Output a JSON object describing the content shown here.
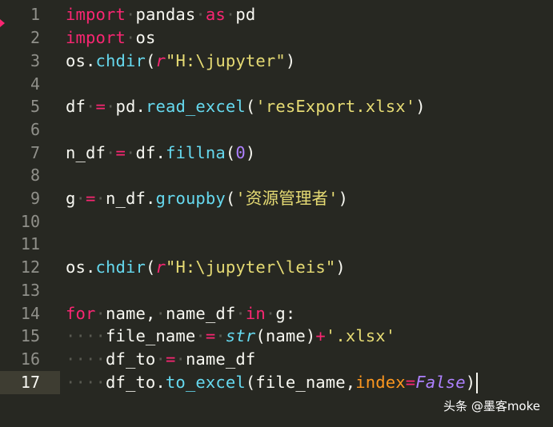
{
  "editor": {
    "language": "python",
    "theme_colors": {
      "background": "#272822",
      "keyword": "#f92672",
      "function": "#66d9ef",
      "string": "#e6db74",
      "number": "#ae81ff",
      "parameter": "#fd971f",
      "text": "#f8f8f2"
    },
    "active_line": "17",
    "lines": [
      {
        "num": "1",
        "t": {
          "kw1": "import",
          "sp1": " ",
          "id1": "pandas",
          "sp2": " ",
          "kw2": "as",
          "sp3": " ",
          "id2": "pd"
        }
      },
      {
        "num": "2",
        "t": {
          "kw1": "import",
          "sp1": " ",
          "id1": "os"
        }
      },
      {
        "num": "3",
        "t": {
          "id1": "os.",
          "fn1": "chdir",
          "p1": "(",
          "pre": "r",
          "str1": "\"H:\\jupyter\"",
          "p2": ")"
        }
      },
      {
        "num": "4",
        "t": {}
      },
      {
        "num": "5",
        "t": {
          "id1": "df",
          "sp1": " ",
          "op1": "=",
          "sp2": " ",
          "id2": "pd.",
          "fn1": "read_excel",
          "p1": "(",
          "str1": "'resExport.xlsx'",
          "p2": ")"
        }
      },
      {
        "num": "6",
        "t": {}
      },
      {
        "num": "7",
        "t": {
          "id1": "n_df",
          "sp1": " ",
          "op1": "=",
          "sp2": " ",
          "id2": "df.",
          "fn1": "fillna",
          "p1": "(",
          "num1": "0",
          "p2": ")"
        }
      },
      {
        "num": "8",
        "t": {}
      },
      {
        "num": "9",
        "t": {
          "id1": "g",
          "sp1": " ",
          "op1": "=",
          "sp2": " ",
          "id2": "n_df.",
          "fn1": "groupby",
          "p1": "(",
          "str1": "'资源管理者'",
          "p2": ")"
        }
      },
      {
        "num": "10",
        "t": {}
      },
      {
        "num": "11",
        "t": {}
      },
      {
        "num": "12",
        "t": {
          "id1": "os.",
          "fn1": "chdir",
          "p1": "(",
          "pre": "r",
          "str1": "\"H:\\jupyter\\leis\"",
          "p2": ")"
        }
      },
      {
        "num": "13",
        "t": {}
      },
      {
        "num": "14",
        "t": {
          "kw1": "for",
          "sp1": " ",
          "id1": "name,",
          "sp2": " ",
          "id2": "name_df",
          "sp3": " ",
          "kw2": "in",
          "sp4": " ",
          "id3": "g:"
        }
      },
      {
        "num": "15",
        "t": {
          "ind": "····",
          "id1": "file_name",
          "sp1": " ",
          "op1": "=",
          "sp2": " ",
          "bi": "str",
          "id2": "(name)",
          "op2": "+",
          "str1": "'.xlsx'"
        }
      },
      {
        "num": "16",
        "t": {
          "ind": "····",
          "id1": "df_to",
          "sp1": " ",
          "op1": "=",
          "sp2": " ",
          "id2": "name_df"
        }
      },
      {
        "num": "17",
        "t": {
          "ind": "····",
          "id1": "df_to.",
          "fn1": "to_excel",
          "p1": "(",
          "id2": "file_name,",
          "par": "index",
          "op1": "=",
          "cst": "False",
          "p2": ")"
        }
      }
    ]
  },
  "watermark": {
    "text": "头条 @墨客moke"
  }
}
